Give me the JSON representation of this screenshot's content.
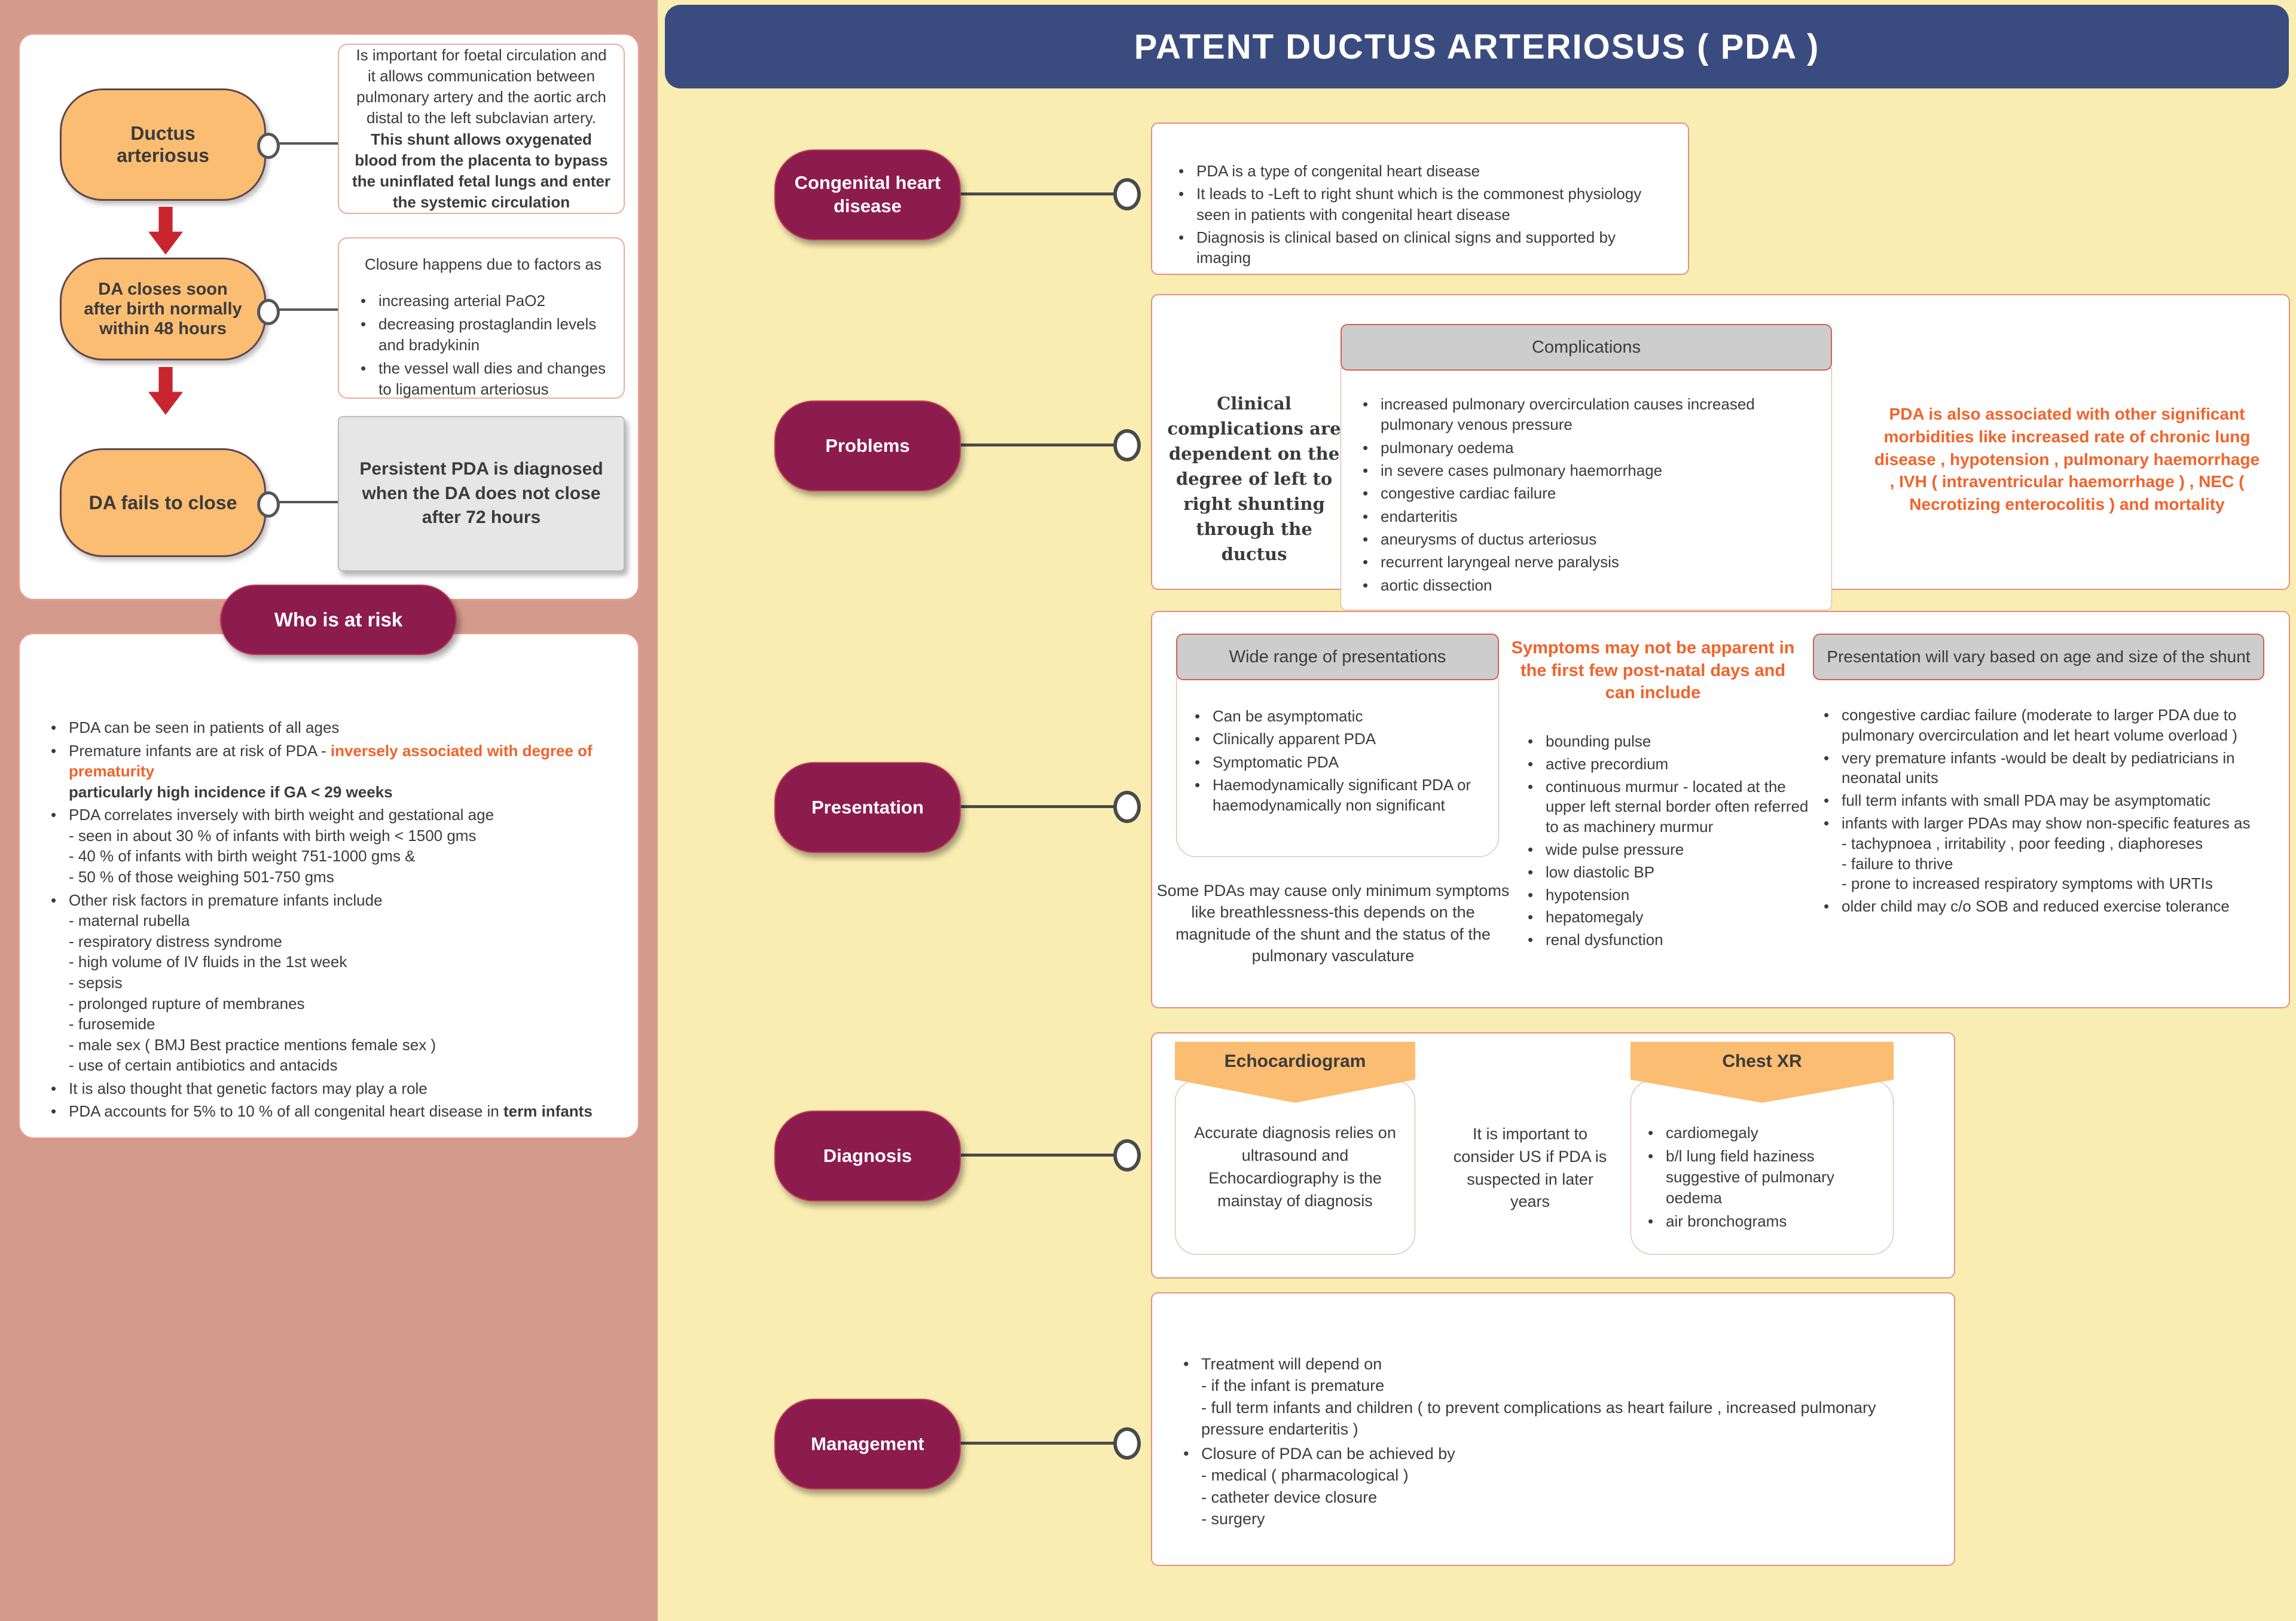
{
  "title": "PATENT DUCTUS ARTERIOSUS ( PDA )",
  "colors": {
    "sidebar_bg": "#D49A8C",
    "main_bg": "#FAEDB2",
    "title_bg": "#3A4C7F",
    "maroon_pill": "#8C1C4D",
    "orange_shape": "#FBBD72",
    "orange_text": "#F2632A",
    "gray_header": "#CDCDCD",
    "gray_note_box": "#E6E6E6",
    "red_arrow": "#C8252F",
    "body_text": "#3B3B3B"
  },
  "flowchart": {
    "node1": "Ductus arteriosus",
    "note1": {
      "normal": "Is important for foetal circulation and it allows communication between pulmonary artery and the aortic arch distal to the left subclavian artery. ",
      "bold": "This shunt allows oxygenated blood from the placenta to bypass the uninflated fetal lungs and enter the systemic circulation"
    },
    "node2": "DA closes soon after birth normally within 48 hours",
    "note2": {
      "heading": "Closure happens due to factors as",
      "bullets": [
        "increasing arterial PaO2",
        "decreasing prostaglandin levels and bradykinin",
        "the vessel wall dies and changes to ligamentum arteriosus"
      ]
    },
    "node3": "DA fails to close",
    "note3": "Persistent PDA is diagnosed when the DA does not close after 72 hours"
  },
  "risk": {
    "label": "Who is at risk",
    "item1": "PDA can be seen in patients of  all ages",
    "item2_normal": "Premature infants are at risk of PDA - ",
    "item2_orange": "inversely associated with degree of prematurity",
    "item2_bold": "particularly high incidence if GA < 29 weeks",
    "item3": "PDA correlates inversely with birth weight and gestational age",
    "item3_subs": [
      "- seen in about 30 % of infants with birth weigh < 1500 gms",
      "- 40 % of infants with birth weight 751-1000 gms &",
      "- 50 % of those weighing 501-750 gms"
    ],
    "item4": "Other risk factors in premature infants include",
    "item4_subs": [
      "- maternal rubella",
      "-  respiratory distress syndrome",
      "- high volume of IV fluids in the 1st week",
      "- sepsis",
      "- prolonged rupture of membranes",
      "- furosemide",
      "- male sex ( BMJ Best practice mentions female sex )",
      "- use of certain antibiotics and antacids"
    ],
    "item5": "It is also thought that genetic factors may play a role",
    "item6_normal": "PDA accounts for 5% to 10 % of all congenital heart disease in ",
    "item6_bold": "term infants"
  },
  "sections": {
    "congenital": {
      "label": "Congenital heart disease",
      "bullets": [
        "PDA is a type of  congenital heart disease",
        "It leads to -Left to right shunt which is the commonest physiology seen in patients with congenital heart disease",
        "Diagnosis is clinical based on clinical signs and supported by imaging"
      ]
    },
    "problems": {
      "label": "Problems",
      "intro": "Clinical complications are dependent on  the degree of left to right shunting through the ductus",
      "complications_title": "Complications",
      "complications": [
        "increased pulmonary overcirculation causes increased pulmonary venous pressure",
        "pulmonary oedema",
        "in severe cases pulmonary haemorrhage",
        "congestive cardiac failure",
        "endarteritis",
        "aneurysms  of ductus arteriosus",
        "recurrent laryngeal nerve paralysis",
        "aortic dissection"
      ],
      "note": "PDA is also associated with other significant morbidities like increased rate of chronic lung disease , hypotension , pulmonary haemorrhage , IVH ( intraventricular haemorrhage ) , NEC ( Necrotizing enterocolitis ) and mortality"
    },
    "presentation": {
      "label": "Presentation",
      "wide_title": "Wide range of presentations",
      "wide_bullets": [
        "Can be asymptomatic",
        "Clinically apparent PDA",
        "Symptomatic PDA",
        "Haemodynamically significant PDA or haemodynamically non significant"
      ],
      "note": "Some PDAs may cause only minimum symptoms like breathlessness-this depends on the magnitude of the shunt and the status of the pulmonary vasculature",
      "symptoms_heading": "Symptoms may not be apparent in the first  few post-natal days and can include",
      "symptoms": [
        "bounding pulse",
        "active precordium",
        "continuous murmur - located at the upper left sternal border often referred to as machinery murmur",
        "wide pulse pressure",
        "low diastolic BP",
        "hypotension",
        "hepatomegaly",
        "renal dysfunction"
      ],
      "vary_title": "Presentation will vary based on age and size of the shunt",
      "vary_bullets": [
        "congestive cardiac failure (moderate to larger PDA due to pulmonary overcirculation and let heart volume overload )",
        "very premature infants -would be dealt by pediatricians in neonatal units",
        "full term infants with small PDA may be asymptomatic",
        "infants with larger PDAs may show non-specific features as"
      ],
      "vary_subs": [
        "- tachypnoea , irritability , poor feeding , diaphoreses",
        "- failure to thrive",
        "- prone to increased respiratory symptoms with URTIs"
      ],
      "vary_last": "older child may c/o SOB and reduced exercise tolerance"
    },
    "diagnosis": {
      "label": "Diagnosis",
      "echo_title": "Echocardiogram",
      "echo_text": "Accurate diagnosis relies on ultrasound and Echocardiography is the mainstay of diagnosis",
      "note": "It is important to consider US if PDA is suspected in later years",
      "cxr_title": "Chest XR",
      "cxr_bullets": [
        "cardiomegaly",
        "b/l lung field haziness suggestive of pulmonary oedema",
        "air bronchograms"
      ]
    },
    "management": {
      "label": "Management",
      "item1": "Treatment will depend on",
      "item1_subs": [
        "- if the infant is premature",
        "- full term infants and children ( to prevent complications as heart failure , increased pulmonary pressure endarteritis )"
      ],
      "item2": "Closure of PDA can be achieved by",
      "item2_subs": [
        "- medical ( pharmacological )",
        "- catheter device closure",
        "- surgery"
      ]
    }
  }
}
